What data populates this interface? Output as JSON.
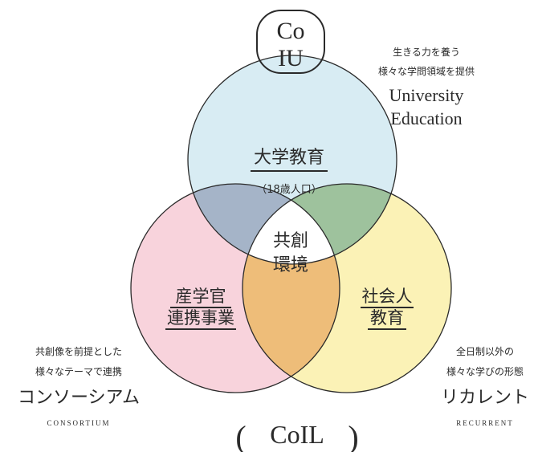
{
  "colors": {
    "top_circle": "#d8ecf3",
    "left_circle": "#f8d3dc",
    "right_circle": "#fbf2b6",
    "top_left_overlap": "#a5b4c8",
    "top_right_overlap": "#9ec29d",
    "left_right_overlap": "#eebd79",
    "center": "#ffffff",
    "outline": "#2a2a2a"
  },
  "logo_top": {
    "line1": "Co",
    "line2": "IU"
  },
  "logo_bottom": {
    "text": "CoIL"
  },
  "top_circle": {
    "title": "大学教育",
    "subtitle": "（18歳人口）"
  },
  "left_circle": {
    "line1": "産学官",
    "line2": "連携事業"
  },
  "right_circle": {
    "line1": "社会人",
    "line2": "教育"
  },
  "center": {
    "line1": "共創",
    "line2": "環境"
  },
  "caption_top_right": {
    "jp_line1": "生きる力を養う",
    "jp_line2": "様々な学問領域を提供",
    "en_line1": "University",
    "en_line2": "Education"
  },
  "caption_left": {
    "jp_line1": "共創像を前提とした",
    "jp_line2": "様々なテーマで連携",
    "katakana": "コンソーシアム",
    "roman": "CONSORTIUM"
  },
  "caption_right": {
    "jp_line1": "全日制以外の",
    "jp_line2": "様々な学びの形態",
    "katakana": "リカレント",
    "roman": "RECURRENT"
  }
}
